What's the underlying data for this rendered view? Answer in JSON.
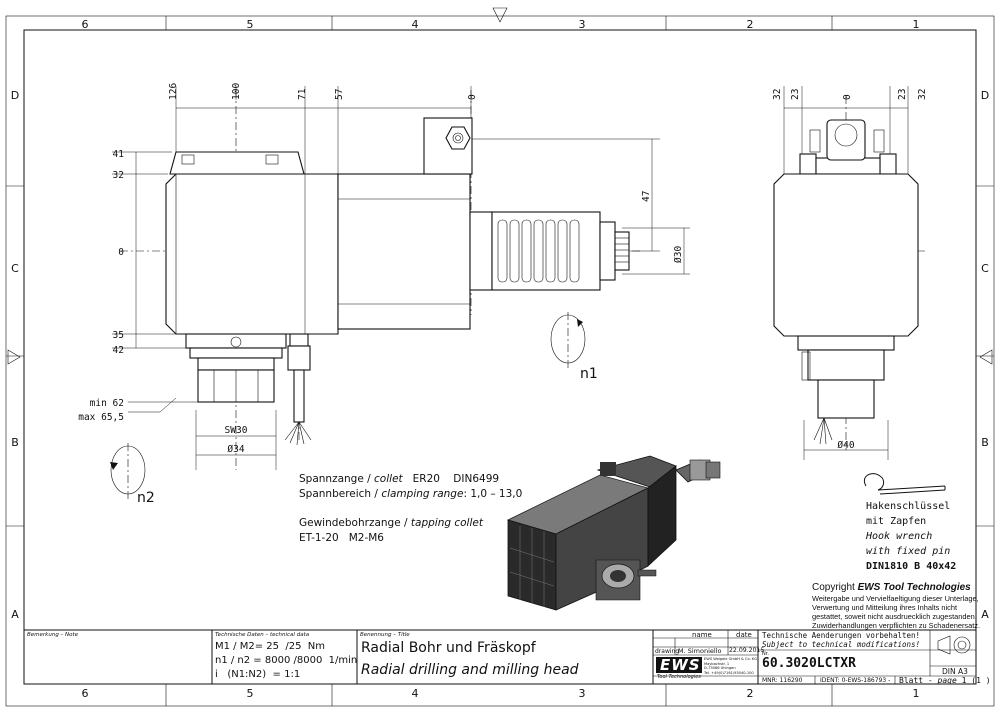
{
  "frame": {
    "cols_top": [
      "6",
      "5",
      "4",
      "3",
      "2",
      "1"
    ],
    "cols_bottom": [
      "6",
      "5",
      "4",
      "3",
      "2",
      "1"
    ],
    "rows_left": [
      "D",
      "C",
      "B",
      "A"
    ],
    "rows_right": [
      "D",
      "C",
      "B",
      "A"
    ]
  },
  "dims": {
    "top_left": [
      "126",
      "100",
      "71",
      "57",
      "0"
    ],
    "left_vert": [
      "41",
      "32",
      "0",
      "35",
      "42"
    ],
    "min_label": "min 62",
    "max_label": "max 65,5",
    "sw": "SW30",
    "d34": "Ø34",
    "d47": "47",
    "d30": "Ø30",
    "top_right": [
      "32",
      "23",
      "0",
      "23",
      "32"
    ],
    "d40": "Ø40",
    "n1": "n1",
    "n2": "n2"
  },
  "notes": {
    "collet_de": "Spannzange /",
    "collet_en": "collet",
    "collet_val": "ER20    DIN6499",
    "range_de": "Spannbereich /",
    "range_en": "clamping range",
    "range_val": ": 1,0 – 13,0",
    "tap_de": "Gewindebohrzange /",
    "tap_en": "tapping collet",
    "tap_val": "ET-1-20   M2-M6"
  },
  "wrench": {
    "l1": "Hakenschlüssel",
    "l2": "mit Zapfen",
    "l3": "Hook wrench",
    "l4": "with fixed pin",
    "l5": "DIN1810 B 40x42"
  },
  "copyright": {
    "prefix": "Copyright ",
    "brand": "EWS Tool Technologies",
    "l1": "Weitergabe und Vervielfaeltigung dieser Unterlage,",
    "l2": "Verwertung und Mitteilung ihres Inhalts nicht",
    "l3": "gestattet, soweit nicht ausdruecklich zugestanden.",
    "l4": "Zuwiderhandlungen verpflichten zu Schadenersatz."
  },
  "titleblock": {
    "remark_label": "Bemerkung – Note",
    "tech_label": "Technische Daten – technical data",
    "m_row": "M1 / M2= 25  /25  Nm",
    "n_row": "n1 / n2 = 8000 /8000  1/min",
    "i_row": "i   (N1:N2)  = 1:1",
    "name_label": "Benennung – Title",
    "title_de": "Radial Bohr und Fräskopf",
    "title_en": "Radial drilling and milling head",
    "col_name": "name",
    "col_date": "date",
    "row_drawing": "drawing",
    "drawer": "M. Simoniello",
    "draw_date": "22.09.2015",
    "logo": "EWS",
    "logo_sub": "Tool Technologies",
    "company_l1": "EWS Weigele GmbH & Co. KG",
    "company_l2": "Maybachstr. 1",
    "company_l3": "D-73066 Uhingen",
    "company_l4": "Tel. +49(0)7161/93040-100",
    "change_de": "Technische Aenderungen vorbehalten!",
    "change_en": "Subject to technical modifications!",
    "nr_label": "Nr.",
    "part_no": "60.3020LCTXR",
    "din": "DIN A3",
    "mnr": "MNR: 116290",
    "ident": "IDENT: 0-EWS-186793 -",
    "page_de": "Blatt -",
    "page_en": "page",
    "page_val": "1 (1 )"
  }
}
